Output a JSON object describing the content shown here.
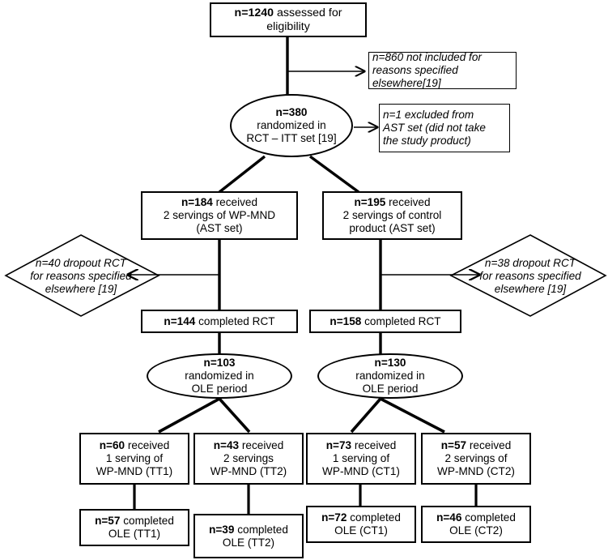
{
  "diagram": {
    "title": "CONSORT participant flow diagram",
    "type": "flowchart",
    "stroke_color": "#000000",
    "background_color": "#ffffff",
    "nodes": {
      "assessed": {
        "bold": "n=1240",
        "rest": " assessed for",
        "line2": "eligibility"
      },
      "not_included": {
        "text": "n=860 not included for\nreasons specified elsewhere[19]"
      },
      "randomized_rct": {
        "bold": "n=380",
        "line2": "randomized in",
        "line3": "RCT – ITT set [19]"
      },
      "excluded": {
        "text": "n=1 excluded from\nAST set (did not take\nthe study product)"
      },
      "wp_mnd_received": {
        "bold": "n=184",
        "rest": " received",
        "line2": "2 servings of WP-MND",
        "line3": "(AST set)"
      },
      "control_received": {
        "bold": "n=195",
        "rest": " received",
        "line2": "2 servings of control",
        "line3": "product (AST set)"
      },
      "dropout_left": {
        "text": "n=40 dropout RCT\nfor reasons specified\nelsewhere [19]"
      },
      "dropout_right": {
        "text": "n=38 dropout RCT\nfor reasons specified\nelsewhere [19]"
      },
      "completed_rct_left": {
        "bold": "n=144",
        "rest": " completed RCT"
      },
      "completed_rct_right": {
        "bold": "n=158",
        "rest": " completed RCT"
      },
      "ole_rand_left": {
        "bold": "n=103",
        "line2": "randomized in",
        "line3": "OLE period"
      },
      "ole_rand_right": {
        "bold": "n=130",
        "line2": "randomized in",
        "line3": "OLE period"
      },
      "tt1_received": {
        "bold": "n=60",
        "rest": " received",
        "line2": "1 serving of",
        "line3": "WP-MND (TT1)"
      },
      "tt2_received": {
        "bold": "n=43",
        "rest": " received",
        "line2": "2 servings",
        "line3": "WP-MND (TT2)"
      },
      "ct1_received": {
        "bold": "n=73",
        "rest": " received",
        "line2": "1 serving of",
        "line3": "WP-MND (CT1)"
      },
      "ct2_received": {
        "bold": "n=57",
        "rest": " received",
        "line2": "2 servings of",
        "line3": "WP-MND (CT2)"
      },
      "tt1_completed": {
        "bold": "n=57",
        "rest": " completed",
        "line2": "OLE (TT1)"
      },
      "tt2_completed": {
        "bold": "n=39",
        "rest": "  completed",
        "line2": "OLE (TT2)"
      },
      "ct1_completed": {
        "bold": "n=72",
        "rest": " completed",
        "line2": "OLE (CT1)"
      },
      "ct2_completed": {
        "bold": "n=46",
        "rest": " completed",
        "line2": "OLE (CT2)"
      }
    },
    "flow_data": {
      "assessed_for_eligibility": 1240,
      "not_included": 860,
      "randomized_itt": 380,
      "excluded_from_ast": 1,
      "wp_mnd_ast": 184,
      "control_ast": 195,
      "dropout_wp_mnd": 40,
      "dropout_control": 38,
      "completed_rct_wp_mnd": 144,
      "completed_rct_control": 158,
      "randomized_ole_wp_mnd": 103,
      "randomized_ole_control": 130,
      "tt1": 60,
      "tt2": 43,
      "ct1": 73,
      "ct2": 57,
      "tt1_completed": 57,
      "tt2_completed": 39,
      "ct1_completed": 72,
      "ct2_completed": 46
    }
  }
}
